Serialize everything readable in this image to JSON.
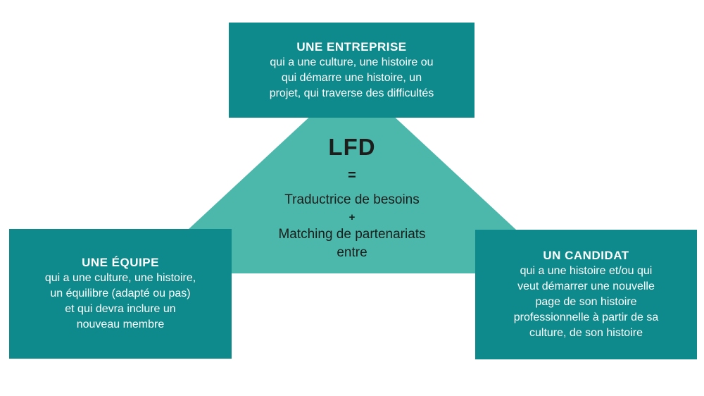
{
  "colors": {
    "background": "#ffffff",
    "box_teal": "#0f8a8c",
    "triangle_teal": "#4cb7ab",
    "text_dark": "#1d1d1b",
    "text_light": "#ffffff"
  },
  "center": {
    "title": "LFD",
    "equals": "=",
    "role1": "Traductrice de besoins",
    "plus": "+",
    "role2": "Matching de partenariats\nentre"
  },
  "boxes": {
    "entreprise": {
      "title": "UNE ENTREPRISE",
      "body": "qui a une culture, une histoire ou\nqui démarre une histoire, un\nprojet, qui traverse des difficultés"
    },
    "equipe": {
      "title": "UNE ÉQUIPE",
      "body": "qui a une culture, une histoire,\nun équilibre (adapté ou pas)\net qui devra inclure un\nnouveau membre"
    },
    "candidat": {
      "title": "UN CANDIDAT",
      "body": "qui a une histoire et/ou qui\nveut démarrer une nouvelle\npage de son histoire\nprofessionnelle à partir de sa\nculture, de son histoire"
    }
  }
}
